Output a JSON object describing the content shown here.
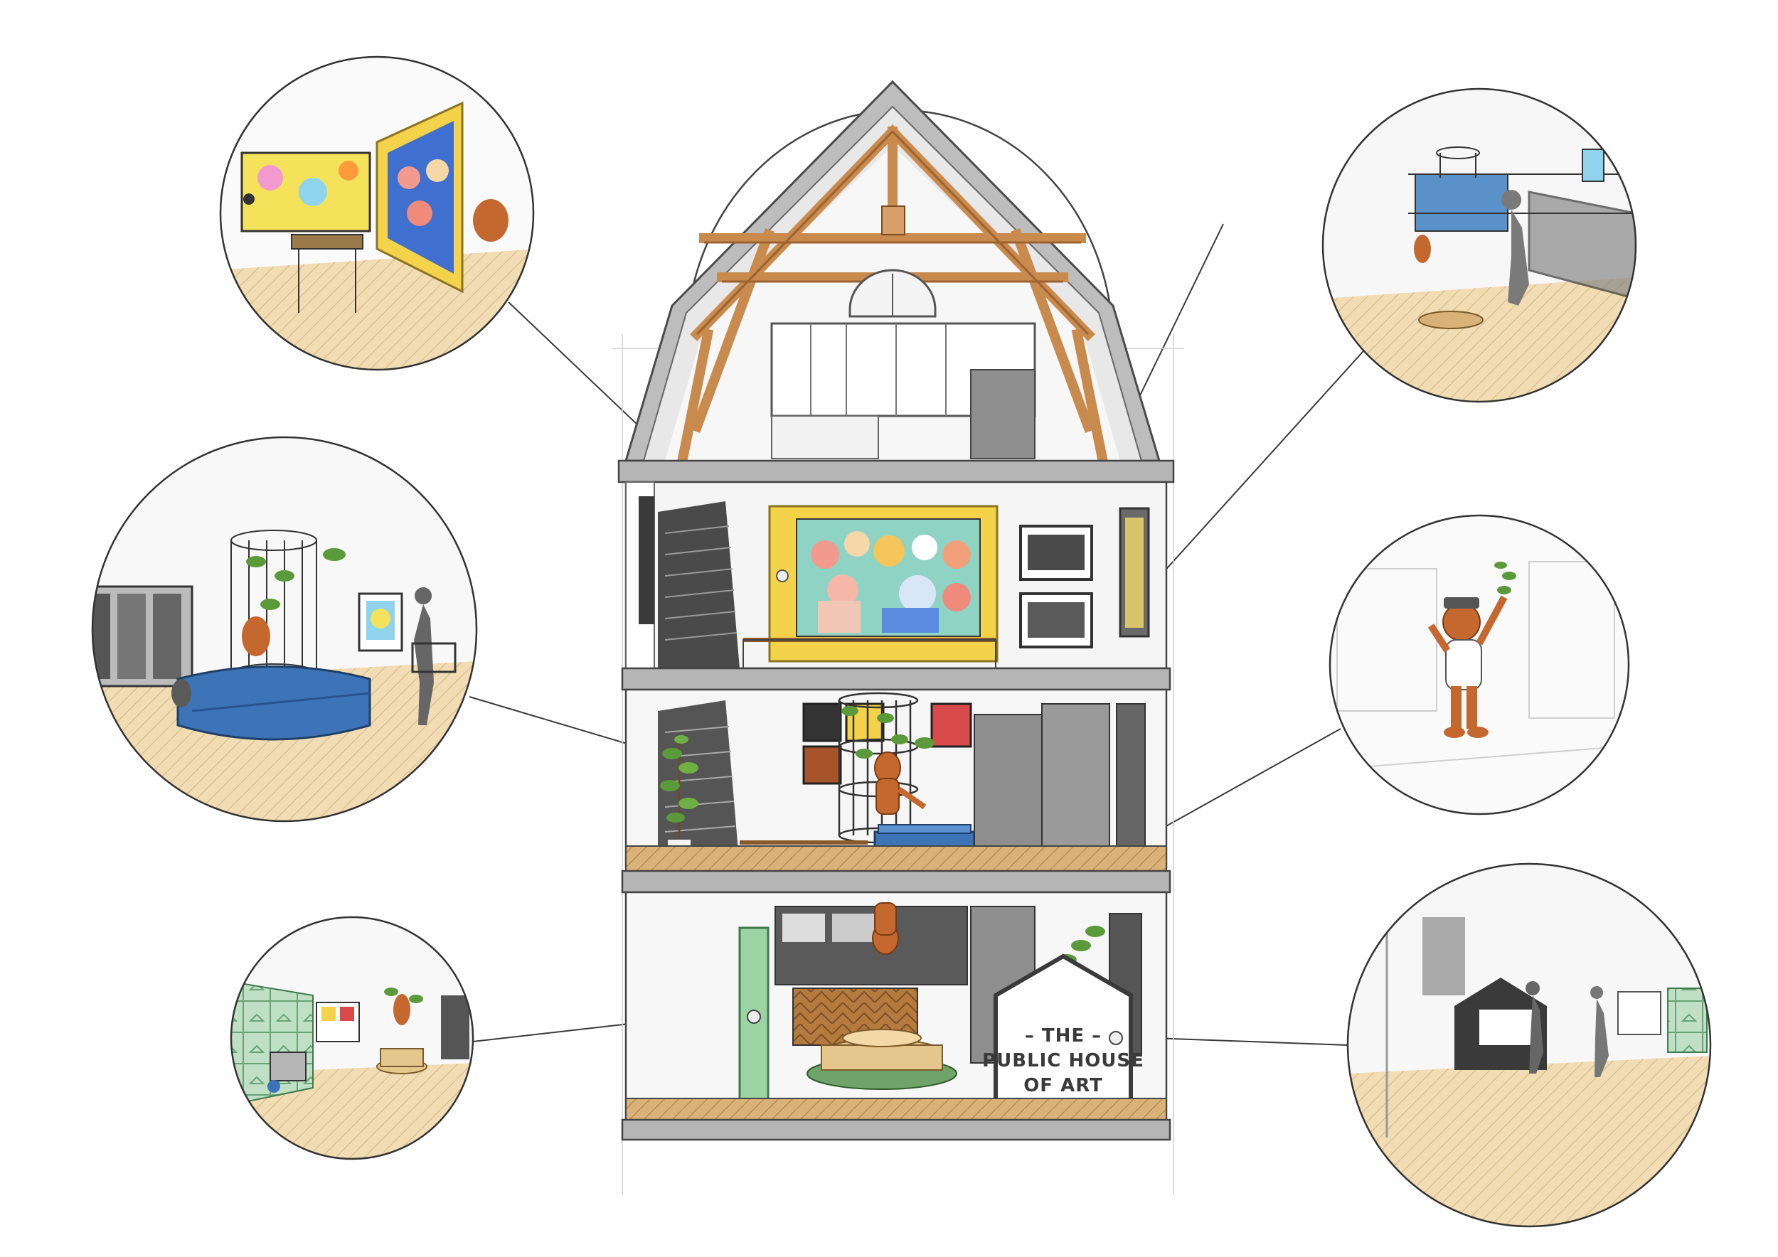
{
  "sign": {
    "line1": "– THE –",
    "line2": "PUBLIC HOUSE",
    "line3": "OF ART"
  },
  "colors": {
    "wood": "#c98a4e",
    "wood_dark": "#9c6330",
    "floor": "#d9b27a",
    "yellow_frame": "#f4d24a",
    "blue_bench": "#3d74b8",
    "green_plant": "#5b9a3a",
    "orangutan": "#c5682f",
    "grey_wall": "#8e8e8e",
    "line": "#555555"
  },
  "icons": [
    "orangutan-figure",
    "plant",
    "cage-sculpture",
    "house-sign",
    "staircase",
    "person-silhouette"
  ]
}
